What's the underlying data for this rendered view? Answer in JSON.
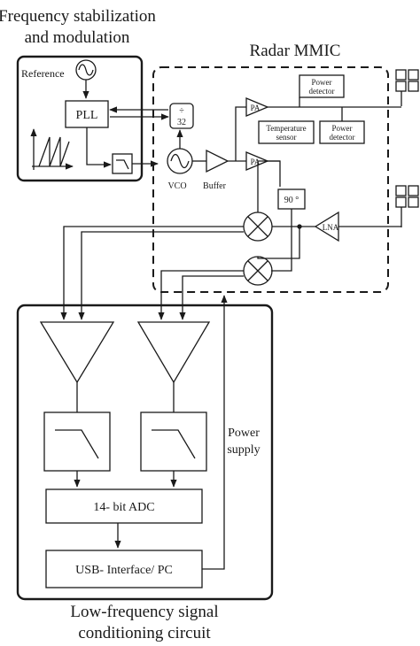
{
  "titles": {
    "freq_line1": "Frequency stabilization",
    "freq_line2": "and  modulation",
    "mmic": "Radar MMIC",
    "lf_line1": "Low-frequency signal",
    "lf_line2": "conditioning circuit"
  },
  "blocks": {
    "reference": "Reference",
    "pll": "PLL",
    "divider_top": "÷",
    "divider_val": "32",
    "vco": "VCO",
    "buffer": "Buffer",
    "pa": "PA",
    "pa2": "PA",
    "phase": "90 °",
    "lna": "LNA",
    "power_detector_1_l1": "Power",
    "power_detector_1_l2": "detector",
    "temp_sensor_l1": "Temperature",
    "temp_sensor_l2": "sensor",
    "power_detector_2_l1": "Power",
    "power_detector_2_l2": "detector",
    "adc": "14- bit ADC",
    "usb": "USB- Interface/ PC",
    "power_supply_l1": "Power",
    "power_supply_l2": "supply"
  }
}
